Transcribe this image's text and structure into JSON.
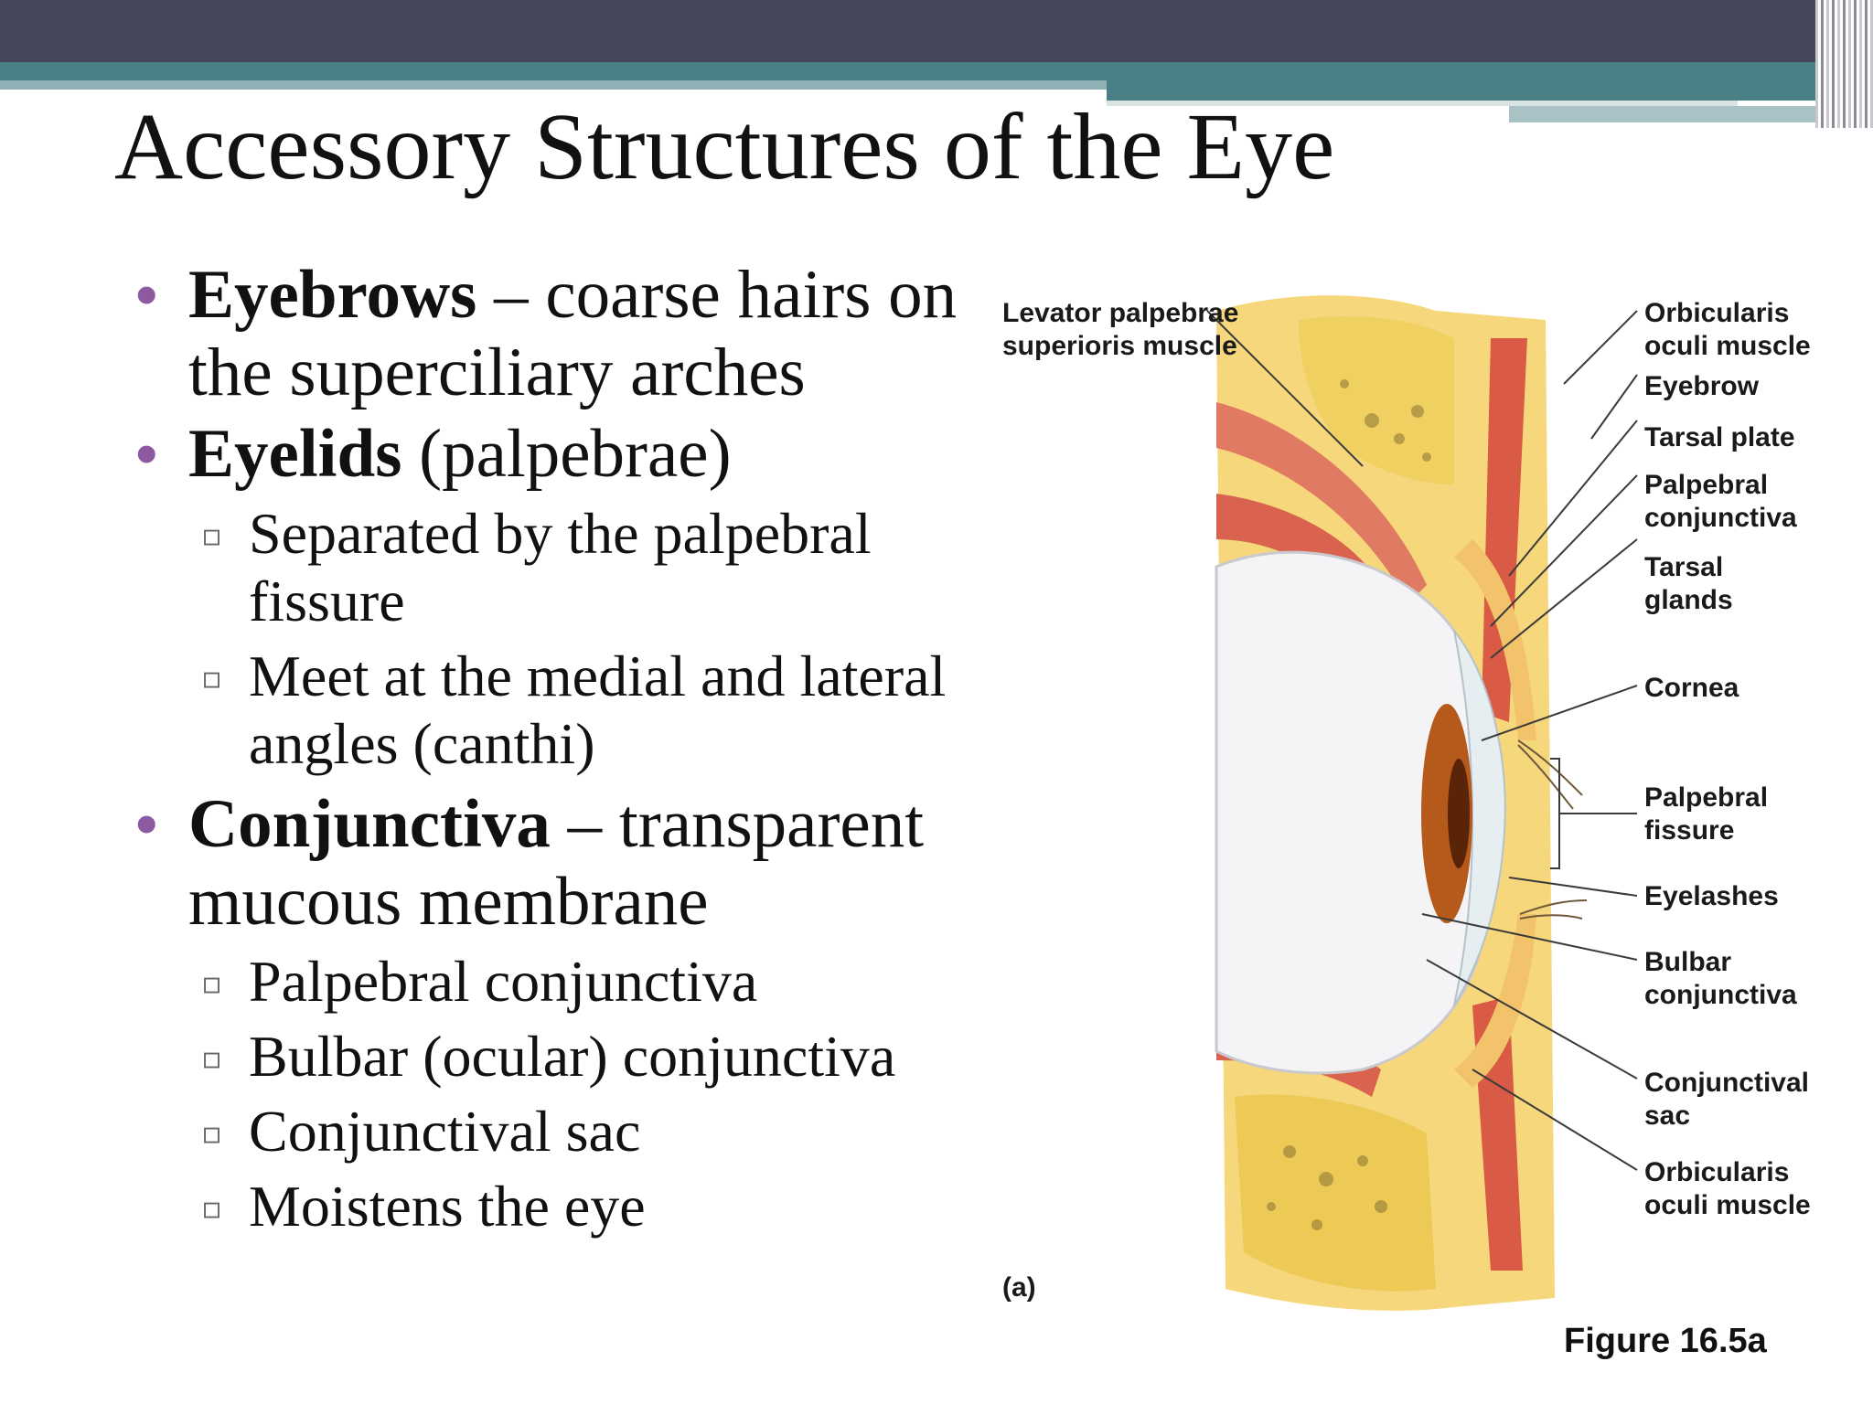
{
  "slide": {
    "title": "Accessory Structures of the Eye",
    "bullets": [
      {
        "bold": "Eyebrows",
        "rest": " – coarse hairs on the superciliary arches"
      },
      {
        "bold": "Eyelids",
        "rest": " (palpebrae)"
      },
      {
        "sub1": "Separated by the palpebral fissure"
      },
      {
        "sub2": "Meet at the medial and lateral angles (canthi)"
      },
      {
        "bold": "Conjunctiva",
        "rest": " – transparent mucous membrane"
      },
      {
        "sub3": "Palpebral conjunctiva"
      },
      {
        "sub4": "Bulbar (ocular) conjunctiva"
      },
      {
        "sub5": "Conjunctival sac"
      },
      {
        "sub6": "Moistens the eye"
      }
    ],
    "bullet_color": "#8d5aa1"
  },
  "figure": {
    "labels": {
      "levator_1": "Levator palpebrae",
      "levator_2": "superioris muscle",
      "orb_top_1": "Orbicularis",
      "orb_top_2": "oculi muscle",
      "eyebrow": "Eyebrow",
      "tarsal_plate": "Tarsal plate",
      "palp_conj_1": "Palpebral",
      "palp_conj_2": "conjunctiva",
      "tarsal_glands_1": "Tarsal",
      "tarsal_glands_2": "glands",
      "cornea": "Cornea",
      "palp_fissure_1": "Palpebral",
      "palp_fissure_2": "fissure",
      "eyelashes": "Eyelashes",
      "bulbar_1": "Bulbar",
      "bulbar_2": "conjunctiva",
      "conj_sac_1": "Conjunctival",
      "conj_sac_2": "sac",
      "orb_bot_1": "Orbicularis",
      "orb_bot_2": "oculi muscle",
      "panel": "(a)"
    },
    "caption": "Figure 16.5a"
  }
}
